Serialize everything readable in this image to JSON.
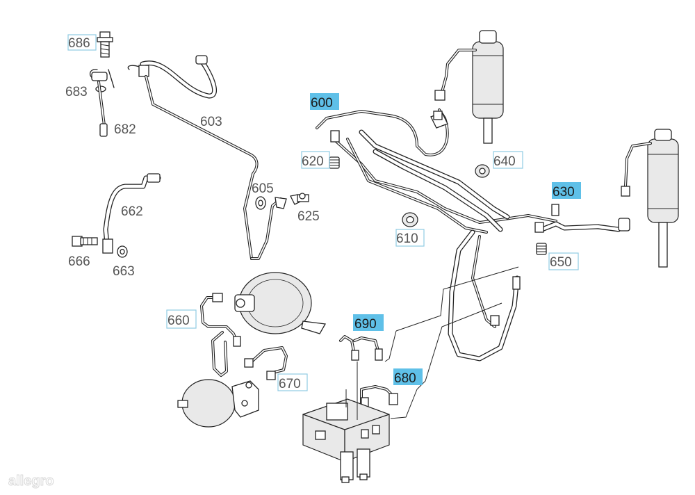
{
  "labels": {
    "l686": "686",
    "l683": "683",
    "l682": "682",
    "l603": "603",
    "l600": "600",
    "l620": "620",
    "l640": "640",
    "l605": "605",
    "l625": "625",
    "l662": "662",
    "l666": "666",
    "l663": "663",
    "l630": "630",
    "l610": "610",
    "l650": "650",
    "l660": "660",
    "l690": "690",
    "l670": "670",
    "l680": "680"
  },
  "highlighted_parts": [
    "600",
    "630",
    "690",
    "680"
  ],
  "colors": {
    "highlight": "#5fc0e8",
    "label_box_border": "#8fcbe3",
    "line_art": "#222222",
    "label_text": "#555555"
  },
  "watermark": "allegro"
}
